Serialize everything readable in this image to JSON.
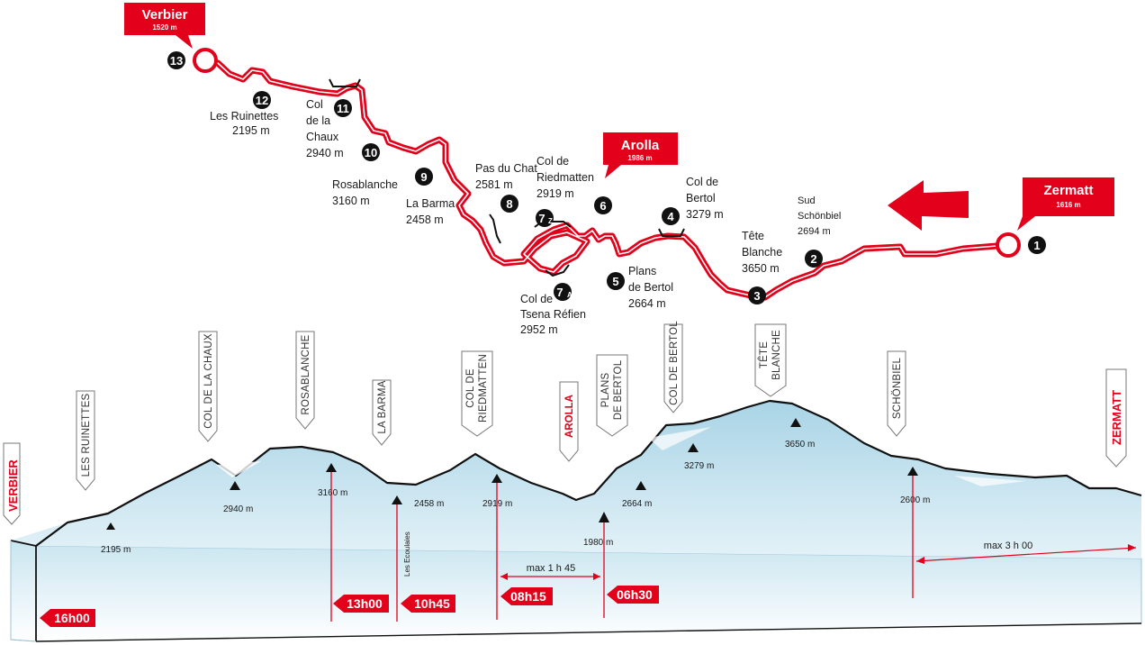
{
  "route": {
    "start_box": {
      "name": "Zermatt",
      "alt": "1616 m"
    },
    "mid_box": {
      "name": "Arolla",
      "alt": "1986 m"
    },
    "end_box": {
      "name": "Verbier",
      "alt": "1520 m"
    },
    "stages": [
      {
        "n": "1"
      },
      {
        "n": "2"
      },
      {
        "n": "3"
      },
      {
        "n": "4"
      },
      {
        "n": "5"
      },
      {
        "n": "6"
      },
      {
        "n": "7"
      },
      {
        "n": "7"
      },
      {
        "n": "8"
      },
      {
        "n": "9"
      },
      {
        "n": "10"
      },
      {
        "n": "11"
      },
      {
        "n": "12"
      },
      {
        "n": "13"
      }
    ],
    "stage_suffix": {
      "a": "A",
      "z": "Z"
    },
    "labels": {
      "schonbiel": [
        "Sud",
        "Schönbiel",
        "2694 m"
      ],
      "tete_blanche": [
        "Tête",
        "Blanche",
        "3650 m"
      ],
      "col_bertol": [
        "Col de",
        "Bertol",
        "3279 m"
      ],
      "plans_bertol": [
        "Plans",
        "de Bertol",
        "2664 m"
      ],
      "col_tsena": [
        "Col de",
        "Tsena Réfien",
        "2952 m"
      ],
      "col_riedmatten": [
        "Col de",
        "Riedmatten",
        "2919 m"
      ],
      "pas_du_chat": [
        "Pas du Chat",
        "2581 m"
      ],
      "la_barma": [
        "La Barma",
        "2458 m"
      ],
      "rosablanche": [
        "Rosablanche",
        "3160 m"
      ],
      "col_chaux": [
        "Col",
        "de la",
        "Chaux",
        "2940 m"
      ],
      "ruinettes": [
        "Les Ruinettes",
        "2195 m"
      ]
    }
  },
  "profile": {
    "side_left": "VERBIER",
    "side_right": "ZERMATT",
    "tags": [
      {
        "id": "ruinettes",
        "lines": [
          "LES RUINETTES"
        ]
      },
      {
        "id": "chaux",
        "lines": [
          "COL DE LA CHAUX"
        ]
      },
      {
        "id": "rosablanche",
        "lines": [
          "ROSABLANCHE"
        ]
      },
      {
        "id": "barma",
        "lines": [
          "LA BARMA"
        ]
      },
      {
        "id": "riedmatten",
        "lines": [
          "COL DE",
          "RIEDMATTEN"
        ]
      },
      {
        "id": "arolla",
        "lines": [
          "AROLLA"
        ],
        "red": true
      },
      {
        "id": "plans",
        "lines": [
          "PLANS",
          "DE BERTOL"
        ]
      },
      {
        "id": "bertol",
        "lines": [
          "COL DE BERTOL"
        ]
      },
      {
        "id": "tete",
        "lines": [
          "TÊTE",
          "BLANCHE"
        ]
      },
      {
        "id": "schonbiel",
        "lines": [
          "SCHÖNBIEL"
        ]
      }
    ],
    "altitudes": [
      {
        "id": "a2195",
        "text": "2195 m"
      },
      {
        "id": "a2940",
        "text": "2940 m"
      },
      {
        "id": "a3160",
        "text": "3160 m"
      },
      {
        "id": "a2458",
        "text": "2458 m"
      },
      {
        "id": "a2919",
        "text": "2919 m"
      },
      {
        "id": "a1980",
        "text": "1980 m"
      },
      {
        "id": "a2664",
        "text": "2664 m"
      },
      {
        "id": "a3279",
        "text": "3279 m"
      },
      {
        "id": "a3650",
        "text": "3650 m"
      },
      {
        "id": "a2600",
        "text": "2600 m"
      }
    ],
    "ecoulaies": "Les Ecoulaies",
    "durations": {
      "d1": "max 1 h 45",
      "d2": "max 3 h 00"
    },
    "times": [
      "16h00",
      "13h00",
      "10h45",
      "08h15",
      "06h30"
    ]
  },
  "colors": {
    "route_red": "#e2001a",
    "ice_blue": "#b8dcea",
    "ice_light": "#d9edf5",
    "marker_black": "#111111"
  }
}
